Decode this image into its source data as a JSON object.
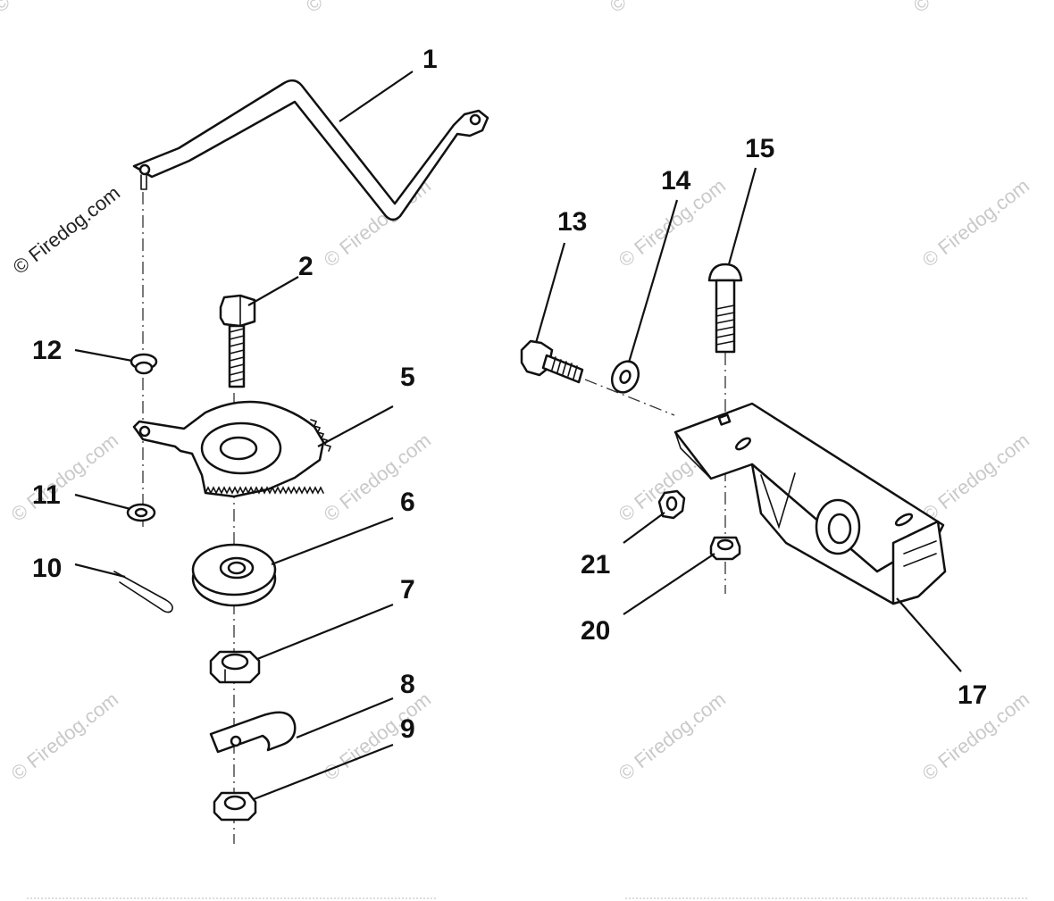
{
  "watermark": {
    "text": "© Firedog.com"
  },
  "callouts": {
    "c1": "1",
    "c2": "2",
    "c5": "5",
    "c6": "6",
    "c7": "7",
    "c8": "8",
    "c9": "9",
    "c10": "10",
    "c11": "11",
    "c12": "12",
    "c13": "13",
    "c14": "14",
    "c15": "15",
    "c17": "17",
    "c20": "20",
    "c21": "21"
  }
}
